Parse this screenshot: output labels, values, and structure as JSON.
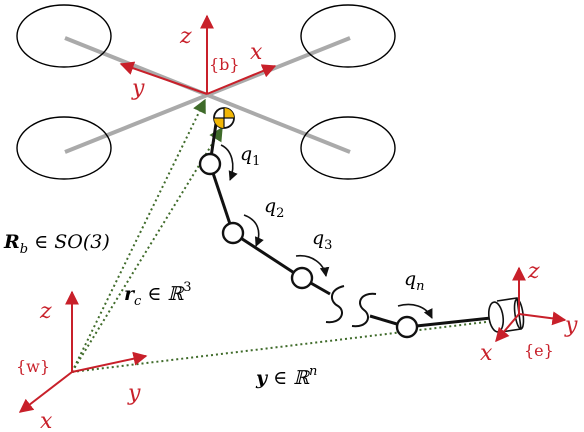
{
  "colors": {
    "frame_axis": "#c8202a",
    "arm": "#aaaaaa",
    "link": "#111111",
    "dotted_vector": "#3f6b2a",
    "com_marker_fill": "#f2b705"
  },
  "icons": [
    "propeller-ellipse",
    "center-of-mass-marker",
    "joint-circle",
    "coil-break",
    "end-effector-cylinder"
  ],
  "labels": {
    "body_frame": {
      "x": "x",
      "y": "y",
      "z": "z",
      "name": "{b}"
    },
    "world_frame": {
      "x": "x",
      "y": "y",
      "z": "z",
      "name": "{w}"
    },
    "ee_frame": {
      "x": "x",
      "y": "y",
      "z": "z",
      "name": "{e}"
    },
    "joints": {
      "q1": "q",
      "q1_sub": "1",
      "q2": "q",
      "q2_sub": "2",
      "q3": "q",
      "q3_sub": "3",
      "qn": "q",
      "qn_sub": "n"
    },
    "vec_R": {
      "sym": "R",
      "sub": "b",
      "rest": " ∈ SO(3)"
    },
    "vec_r": {
      "sym": "r",
      "sub": "c",
      "rest": " ∈ ℝ",
      "sup": "3"
    },
    "vec_y": {
      "sym": "y",
      "rest": " ∈ ℝ",
      "sup": "n"
    }
  }
}
